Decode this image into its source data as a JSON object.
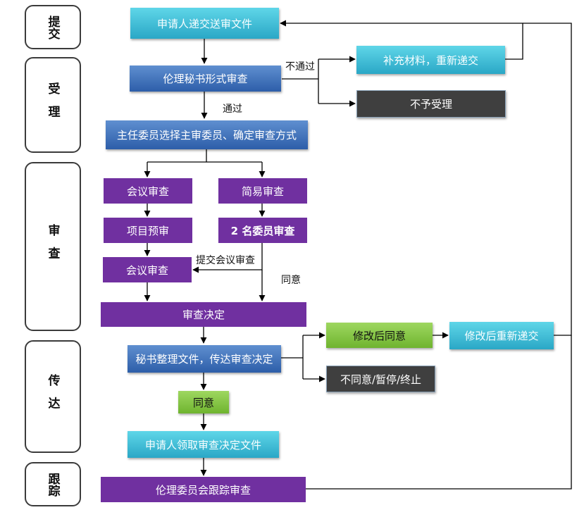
{
  "phases": {
    "submit": "提交",
    "accept": "受理",
    "review": "审查",
    "convey": "传达",
    "track": "跟踪"
  },
  "nodes": {
    "submit_docs": "申请人递交送审文件",
    "formal_review": "伦理秘书形式审查",
    "supplement": "补充材料，重新递交",
    "not_accepted": "不予受理",
    "assign": "主任委员选择主审委员、确定审查方式",
    "meeting_review": "会议审查",
    "simple_review": "简易审查",
    "project_prereview": "项目预审",
    "two_member_review": "2 名委员审查",
    "meeting_review_2": "会议审查",
    "decision": "审查决定",
    "secretary_convey": "秘书整理文件，传达审查决定",
    "agree_after_modify": "修改后同意",
    "resubmit_after_modify": "修改后重新递交",
    "disagree_suspend_stop": "不同意/暂停/终止",
    "agree": "同意",
    "collect_decision": "申请人领取审查决定文件",
    "follow_up": "伦理委员会跟踪审查"
  },
  "edge_labels": {
    "fail": "不通过",
    "pass": "通过",
    "submit_meeting": "提交会议审查",
    "agree": "同意"
  },
  "colors": {
    "cyan": "#2aa7c6",
    "blue": "#2d5ea9",
    "purple": "#7030a0",
    "dark": "#3f3f3f",
    "green": "#6fb42f"
  }
}
